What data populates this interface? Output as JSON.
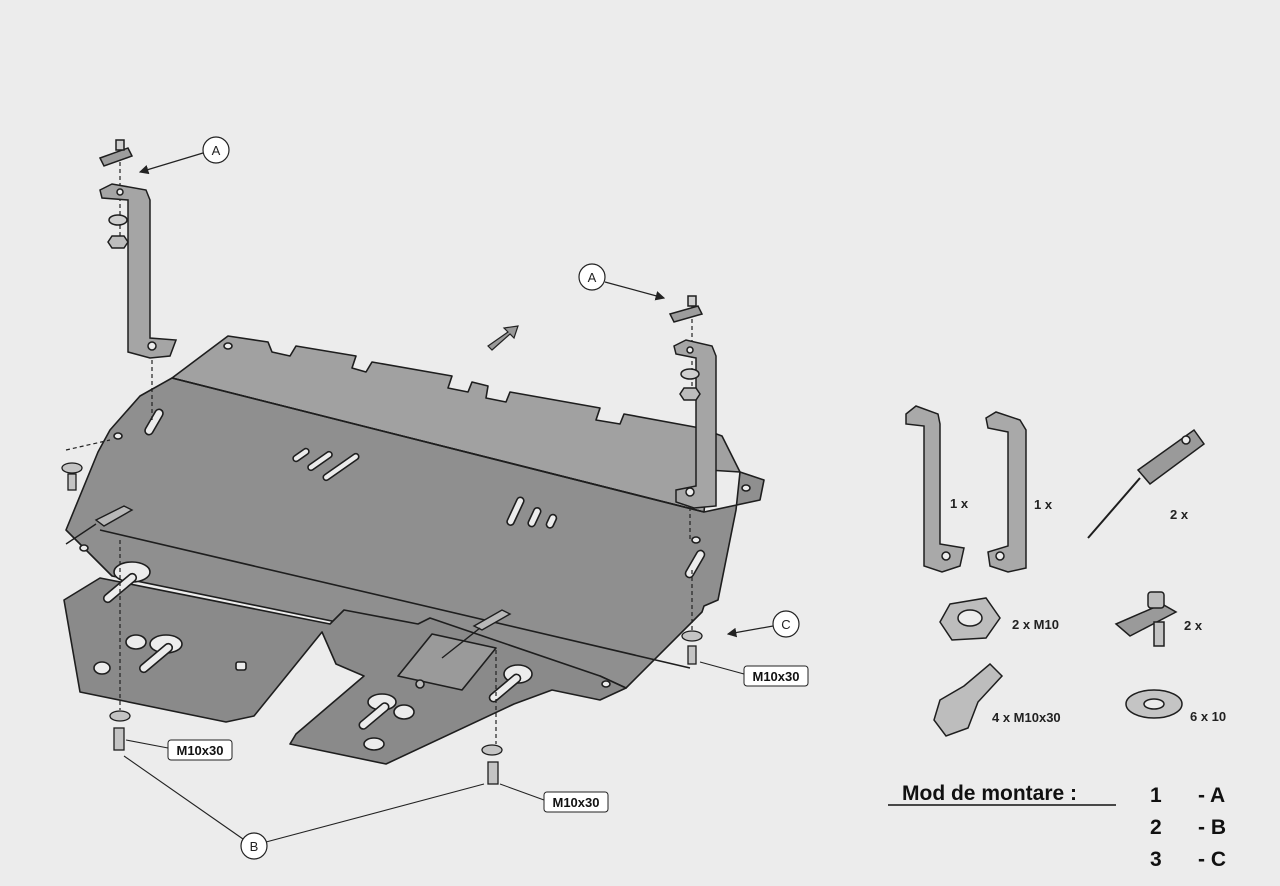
{
  "callouts": {
    "a_left": "A",
    "a_right": "A",
    "b": "B",
    "c": "C"
  },
  "bolt_tags": {
    "right": "M10x30",
    "bottom_left": "M10x30",
    "bottom_center": "M10x30"
  },
  "parts": {
    "bracket_left_qty": "1 x",
    "bracket_right_qty": "1 x",
    "clip_plate_qty": "2 x",
    "nut_qty": "2 x  M10",
    "clip_bolt_qty": "2 x",
    "bolt_qty": "4 x M10x30",
    "washer_qty": "6  x   10"
  },
  "legend": {
    "title": "Mod de montare :",
    "rows": [
      {
        "num": "1",
        "code": "- A"
      },
      {
        "num": "2",
        "code": "- B"
      },
      {
        "num": "3",
        "code": "- C"
      }
    ]
  },
  "colors": {
    "plate_fill": "#8d8d8d",
    "plate_light": "#a3a3a3",
    "outline": "#1e1e1e",
    "background": "#ececec"
  }
}
